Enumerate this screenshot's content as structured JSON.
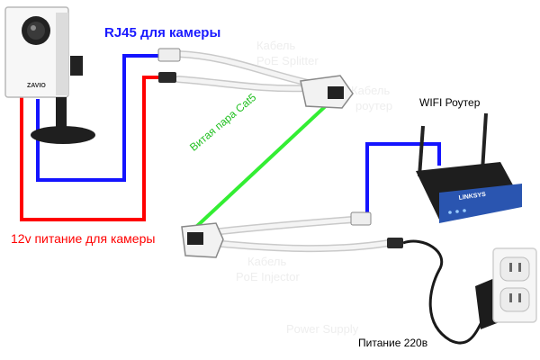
{
  "labels": {
    "rj45_camera": "RJ45 для камеры",
    "power_12v": "12v питание для камеры",
    "wifi_router": "WIFI Роутер",
    "twisted_pair": "Витая пара Cat5",
    "mains_power": "Питание 220в"
  },
  "camera": {
    "brand": "ZAVIO"
  },
  "router": {
    "brand": "LINKSYS"
  },
  "colors": {
    "data_line": "#1414ff",
    "power_line": "#ff0000",
    "cat5_line": "#33ee33",
    "rj45_text": "#1a1aff",
    "power_text": "#ff0000",
    "cable_white": "#f4f4f4",
    "router_blue": "#2a55b0"
  },
  "icons": {
    "camera": "ip-camera-icon",
    "poe_injector_top": "poe-splitter-icon",
    "poe_injector_bottom": "poe-injector-icon",
    "router": "wifi-router-icon",
    "outlet": "wall-outlet-icon",
    "adapter": "power-adapter-icon"
  }
}
